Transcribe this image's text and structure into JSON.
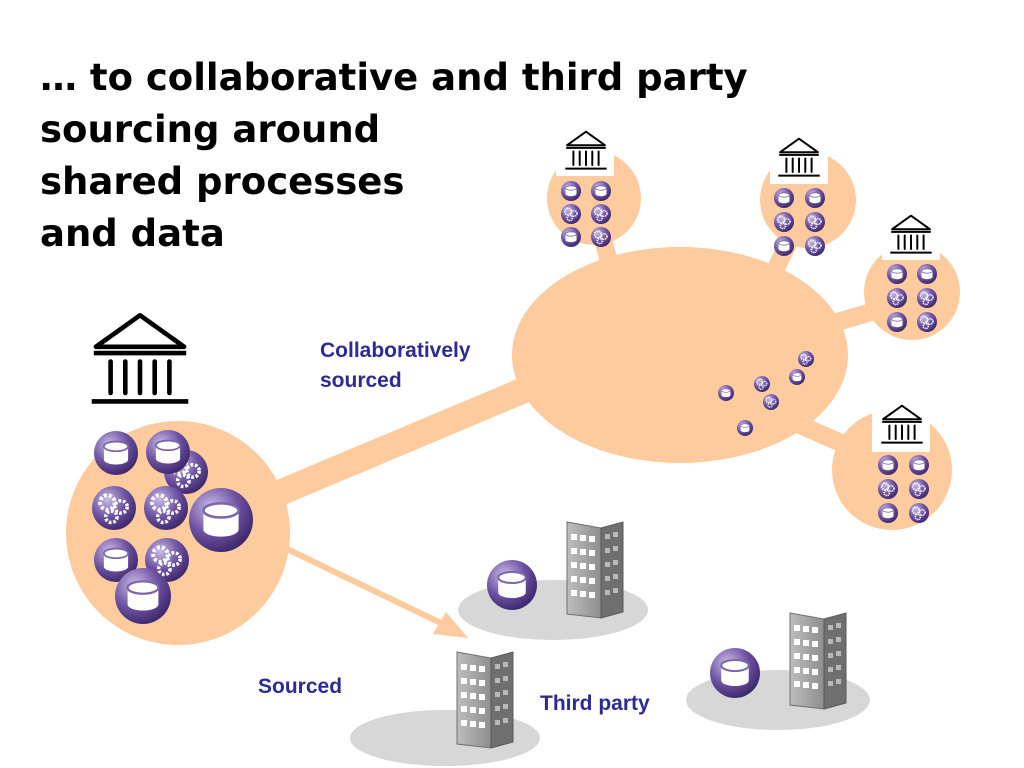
{
  "title": {
    "lines": [
      "… to collaborative and third party",
      "sourcing around",
      "shared processes",
      "and data"
    ]
  },
  "labels": {
    "collaboratively_sourced": [
      "Collaboratively",
      "sourced"
    ],
    "sourced": "Sourced",
    "third_party": "Third party"
  },
  "colors": {
    "label_text": "#2e2a94",
    "peach": "#fdcb9d",
    "token_purple": "#5a3f8e",
    "token_light": "#cdbfe6",
    "shadow_gray": "#d7d7d7",
    "building_gray": "#9b9b9b"
  },
  "icons": {
    "institution": "institution-icon",
    "database": "database-icon",
    "gears": "gears-icon",
    "office_building": "office-building-icon"
  }
}
